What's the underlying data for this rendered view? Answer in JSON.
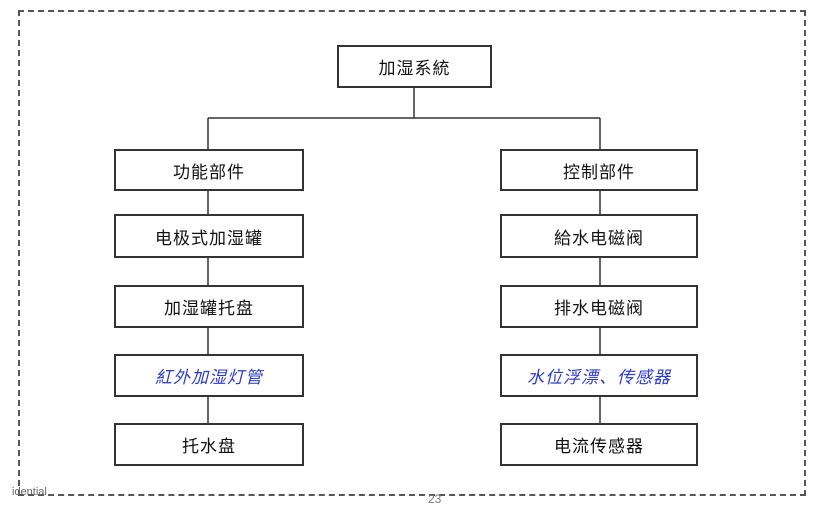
{
  "diagram": {
    "root": "加湿系統",
    "left_branch": {
      "title": "功能部件",
      "items": [
        "电极式加湿罐",
        "加湿罐托盘",
        "紅外加湿灯管",
        "托水盘"
      ]
    },
    "right_branch": {
      "title": "控制部件",
      "items": [
        "給水电磁阀",
        "排水电磁阀",
        "水位浮漂、传感器",
        "电流传感器"
      ]
    },
    "highlight_color": "#2a3ad0"
  },
  "footer": {
    "left_text": "idential",
    "page_number": "23"
  }
}
